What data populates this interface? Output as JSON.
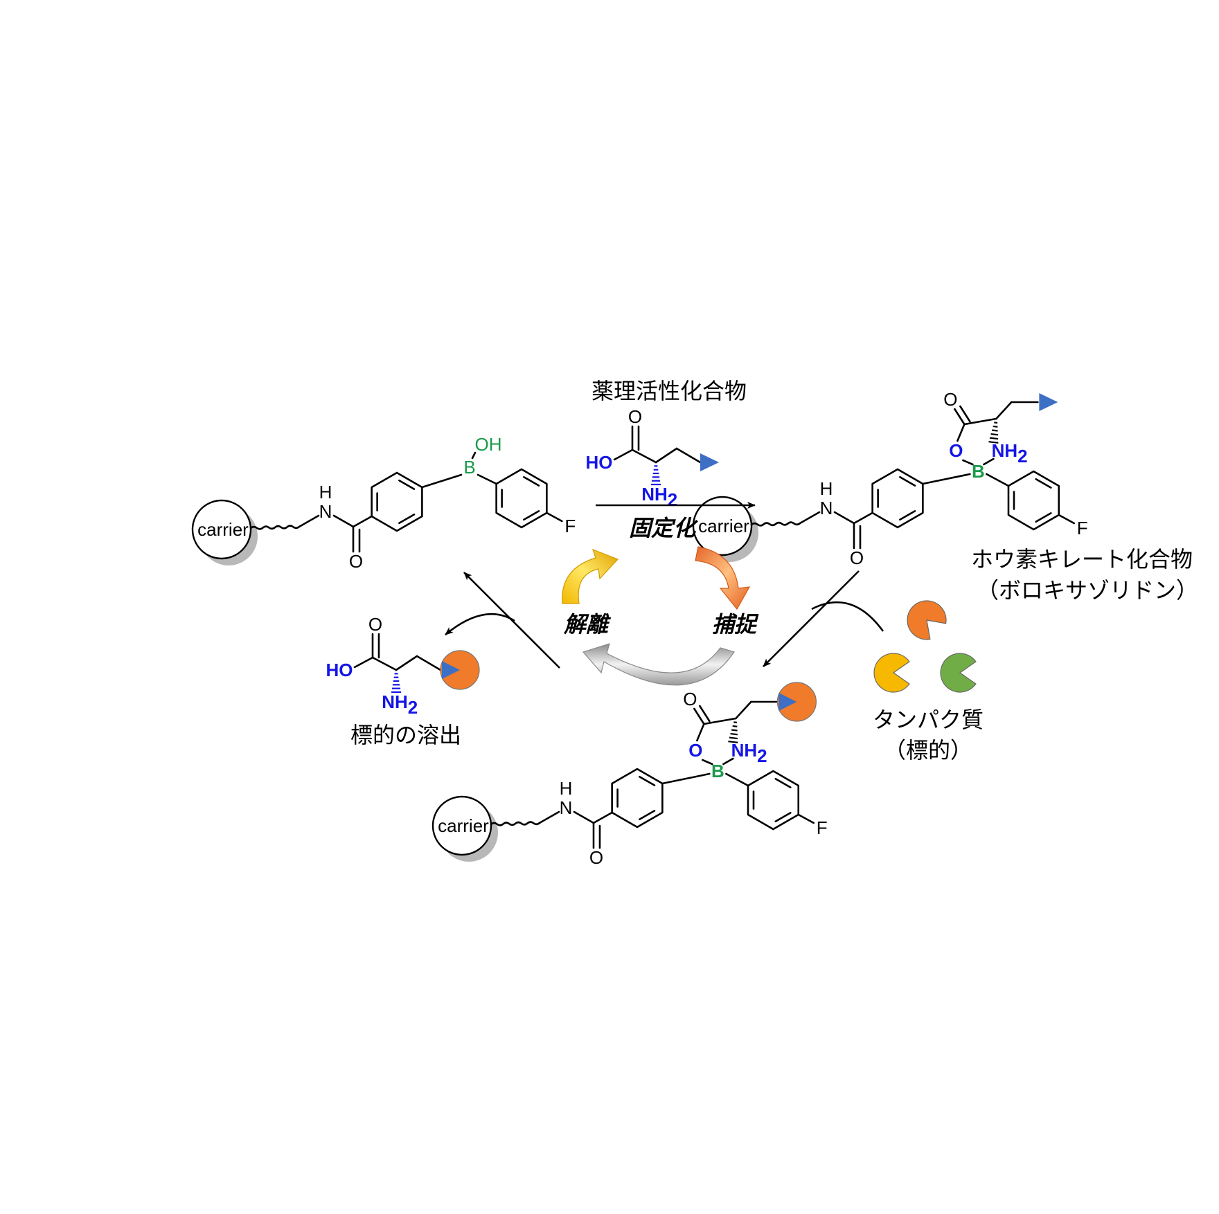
{
  "labels": {
    "drug_compound": "薬理活性化合物",
    "immobilization": "固定化",
    "boron_chelate": "ホウ素キレート化合物",
    "boroxazolidone": "（ボロキサゾリドン）",
    "release": "解離",
    "capture": "捕捉",
    "target_elution": "標的の溶出",
    "protein": "タンパク質",
    "protein_target": "（標的）"
  },
  "atoms": {
    "carrier": "carrier",
    "N": "N",
    "H": "H",
    "O": "O",
    "F": "F",
    "B": "B",
    "OH": "OH",
    "HO": "HO",
    "NH": "NH",
    "sub2": "2"
  },
  "colors": {
    "boron": "#1a9a4a",
    "nitrogen_oxygen": "#1515e6",
    "ligand_triangle": "#3d6fc4",
    "protein_orange": "#f07b2a",
    "protein_yellow": "#f7b800",
    "protein_green": "#70ad47",
    "arrow_gray": "#b5b5b5",
    "carrier_shadow": "#b8b8b8"
  }
}
